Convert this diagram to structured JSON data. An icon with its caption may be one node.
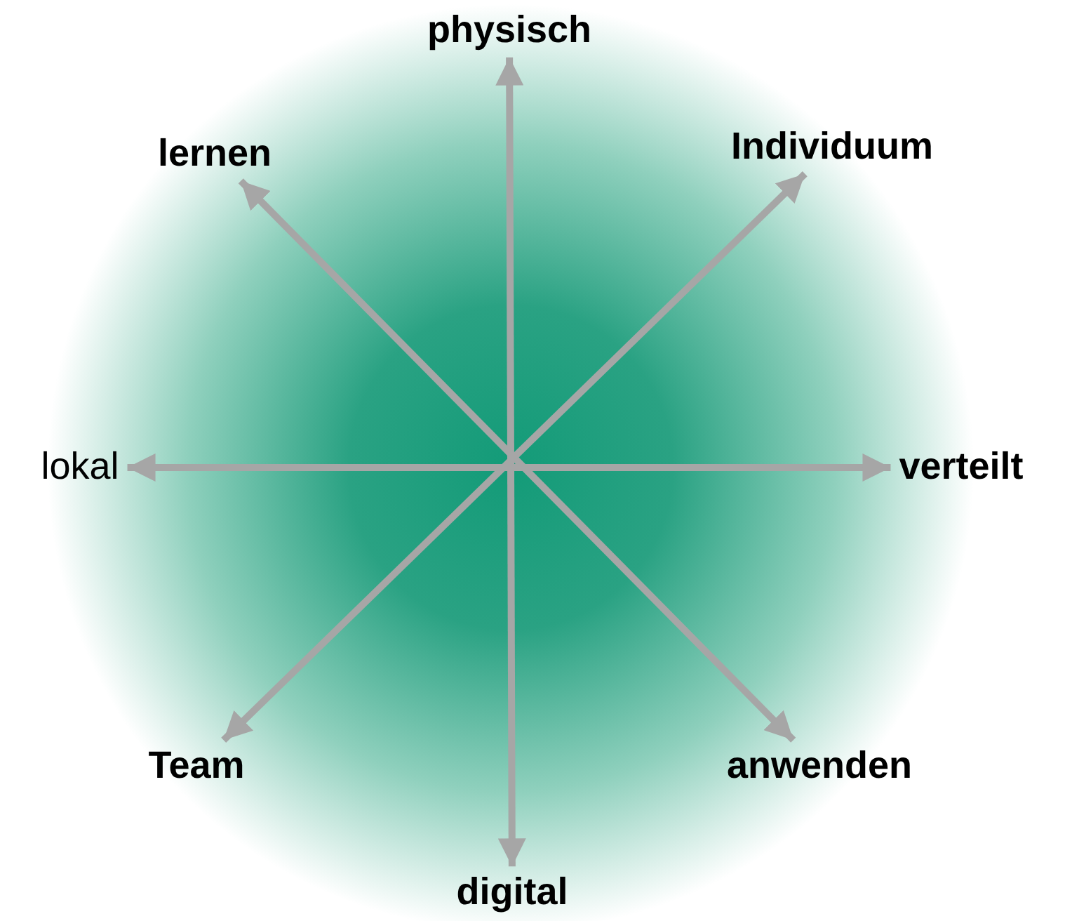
{
  "diagram": {
    "nodes": [
      {
        "text": [
          "physisch"
        ]
      },
      {
        "text": [
          "lernen"
        ]
      },
      {
        "text": [
          "Individuum"
        ]
      },
      {
        "text": [
          "lokal"
        ]
      },
      {
        "text": [
          "verteilt"
        ]
      },
      {
        "text": [
          "Team"
        ]
      },
      {
        "text": [
          "anwenden"
        ]
      },
      {
        "text": [
          "digital"
        ]
      }
    ],
    "edges": [
      {
        "from": 0,
        "to": 7,
        "arrow": "both"
      },
      {
        "from": 1,
        "to": 6,
        "arrow": "both"
      },
      {
        "from": 2,
        "to": 5,
        "arrow": "both"
      },
      {
        "from": 3,
        "to": 4,
        "arrow": "both"
      }
    ]
  }
}
